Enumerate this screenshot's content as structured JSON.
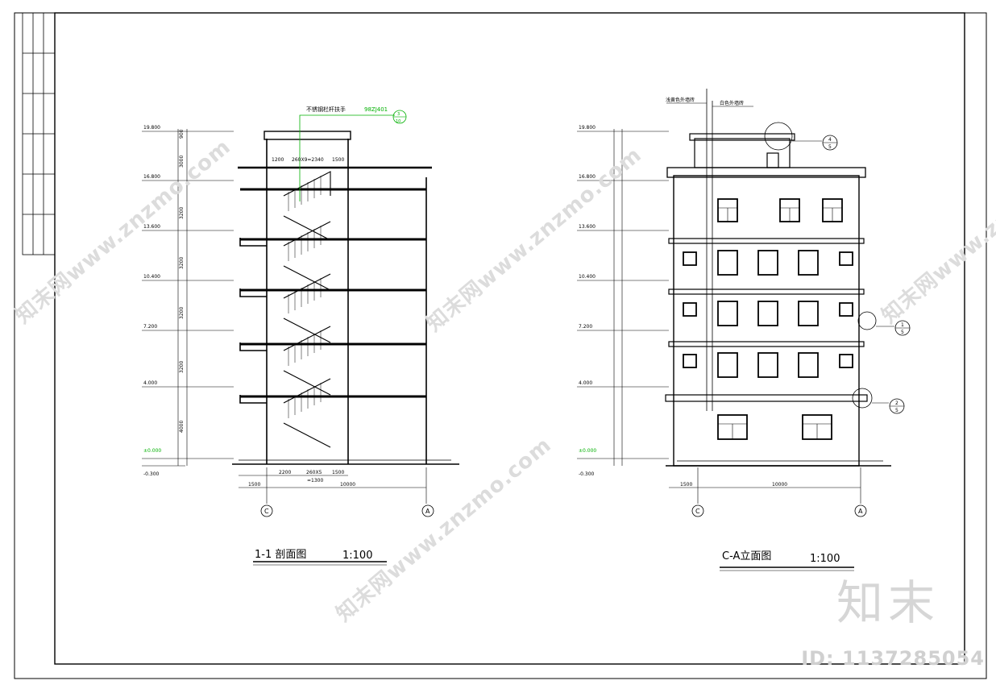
{
  "section": {
    "title": "1-1 剖面图",
    "scale": "1:100",
    "rail_note": "不锈钢栏杆扶手",
    "rail_ref": "98ZJ401",
    "rail_detail_top": "3",
    "rail_detail_bottom": "10",
    "elevations": [
      "19.800",
      "16.800",
      "13.600",
      "10.400",
      "7.200",
      "4.000",
      "±0.000",
      "-0.300"
    ],
    "floor_dims": [
      "900",
      "3000",
      "3200",
      "3200",
      "3200",
      "3200",
      "4000"
    ],
    "stair_top_dims": [
      "1200",
      "260X9=2340",
      "1500"
    ],
    "bottom_dims_row1": [
      "2200",
      "260X5",
      "1500"
    ],
    "bottom_dims_row1b": "=1300",
    "bottom_dims_row2": [
      "1500",
      "10000"
    ],
    "axes": [
      "C",
      "A"
    ]
  },
  "elevation": {
    "title": "C-A立面图",
    "scale": "1:100",
    "note_left": "浅黄色外墙砖",
    "note_right": "白色外墙砖",
    "elevations": [
      "19.800",
      "16.800",
      "13.600",
      "10.400",
      "7.200",
      "4.000",
      "±0.000",
      "-0.300"
    ],
    "details": [
      {
        "top": "4",
        "bottom": "5"
      },
      {
        "top": "1",
        "bottom": "5"
      },
      {
        "top": "2",
        "bottom": "5"
      }
    ],
    "bottom_dims": [
      "1500",
      "10000"
    ],
    "axes": [
      "C",
      "A"
    ]
  },
  "watermark": {
    "text": "知末网www.znzmo.com",
    "logo": "知末",
    "id": "ID: 1137285054"
  }
}
